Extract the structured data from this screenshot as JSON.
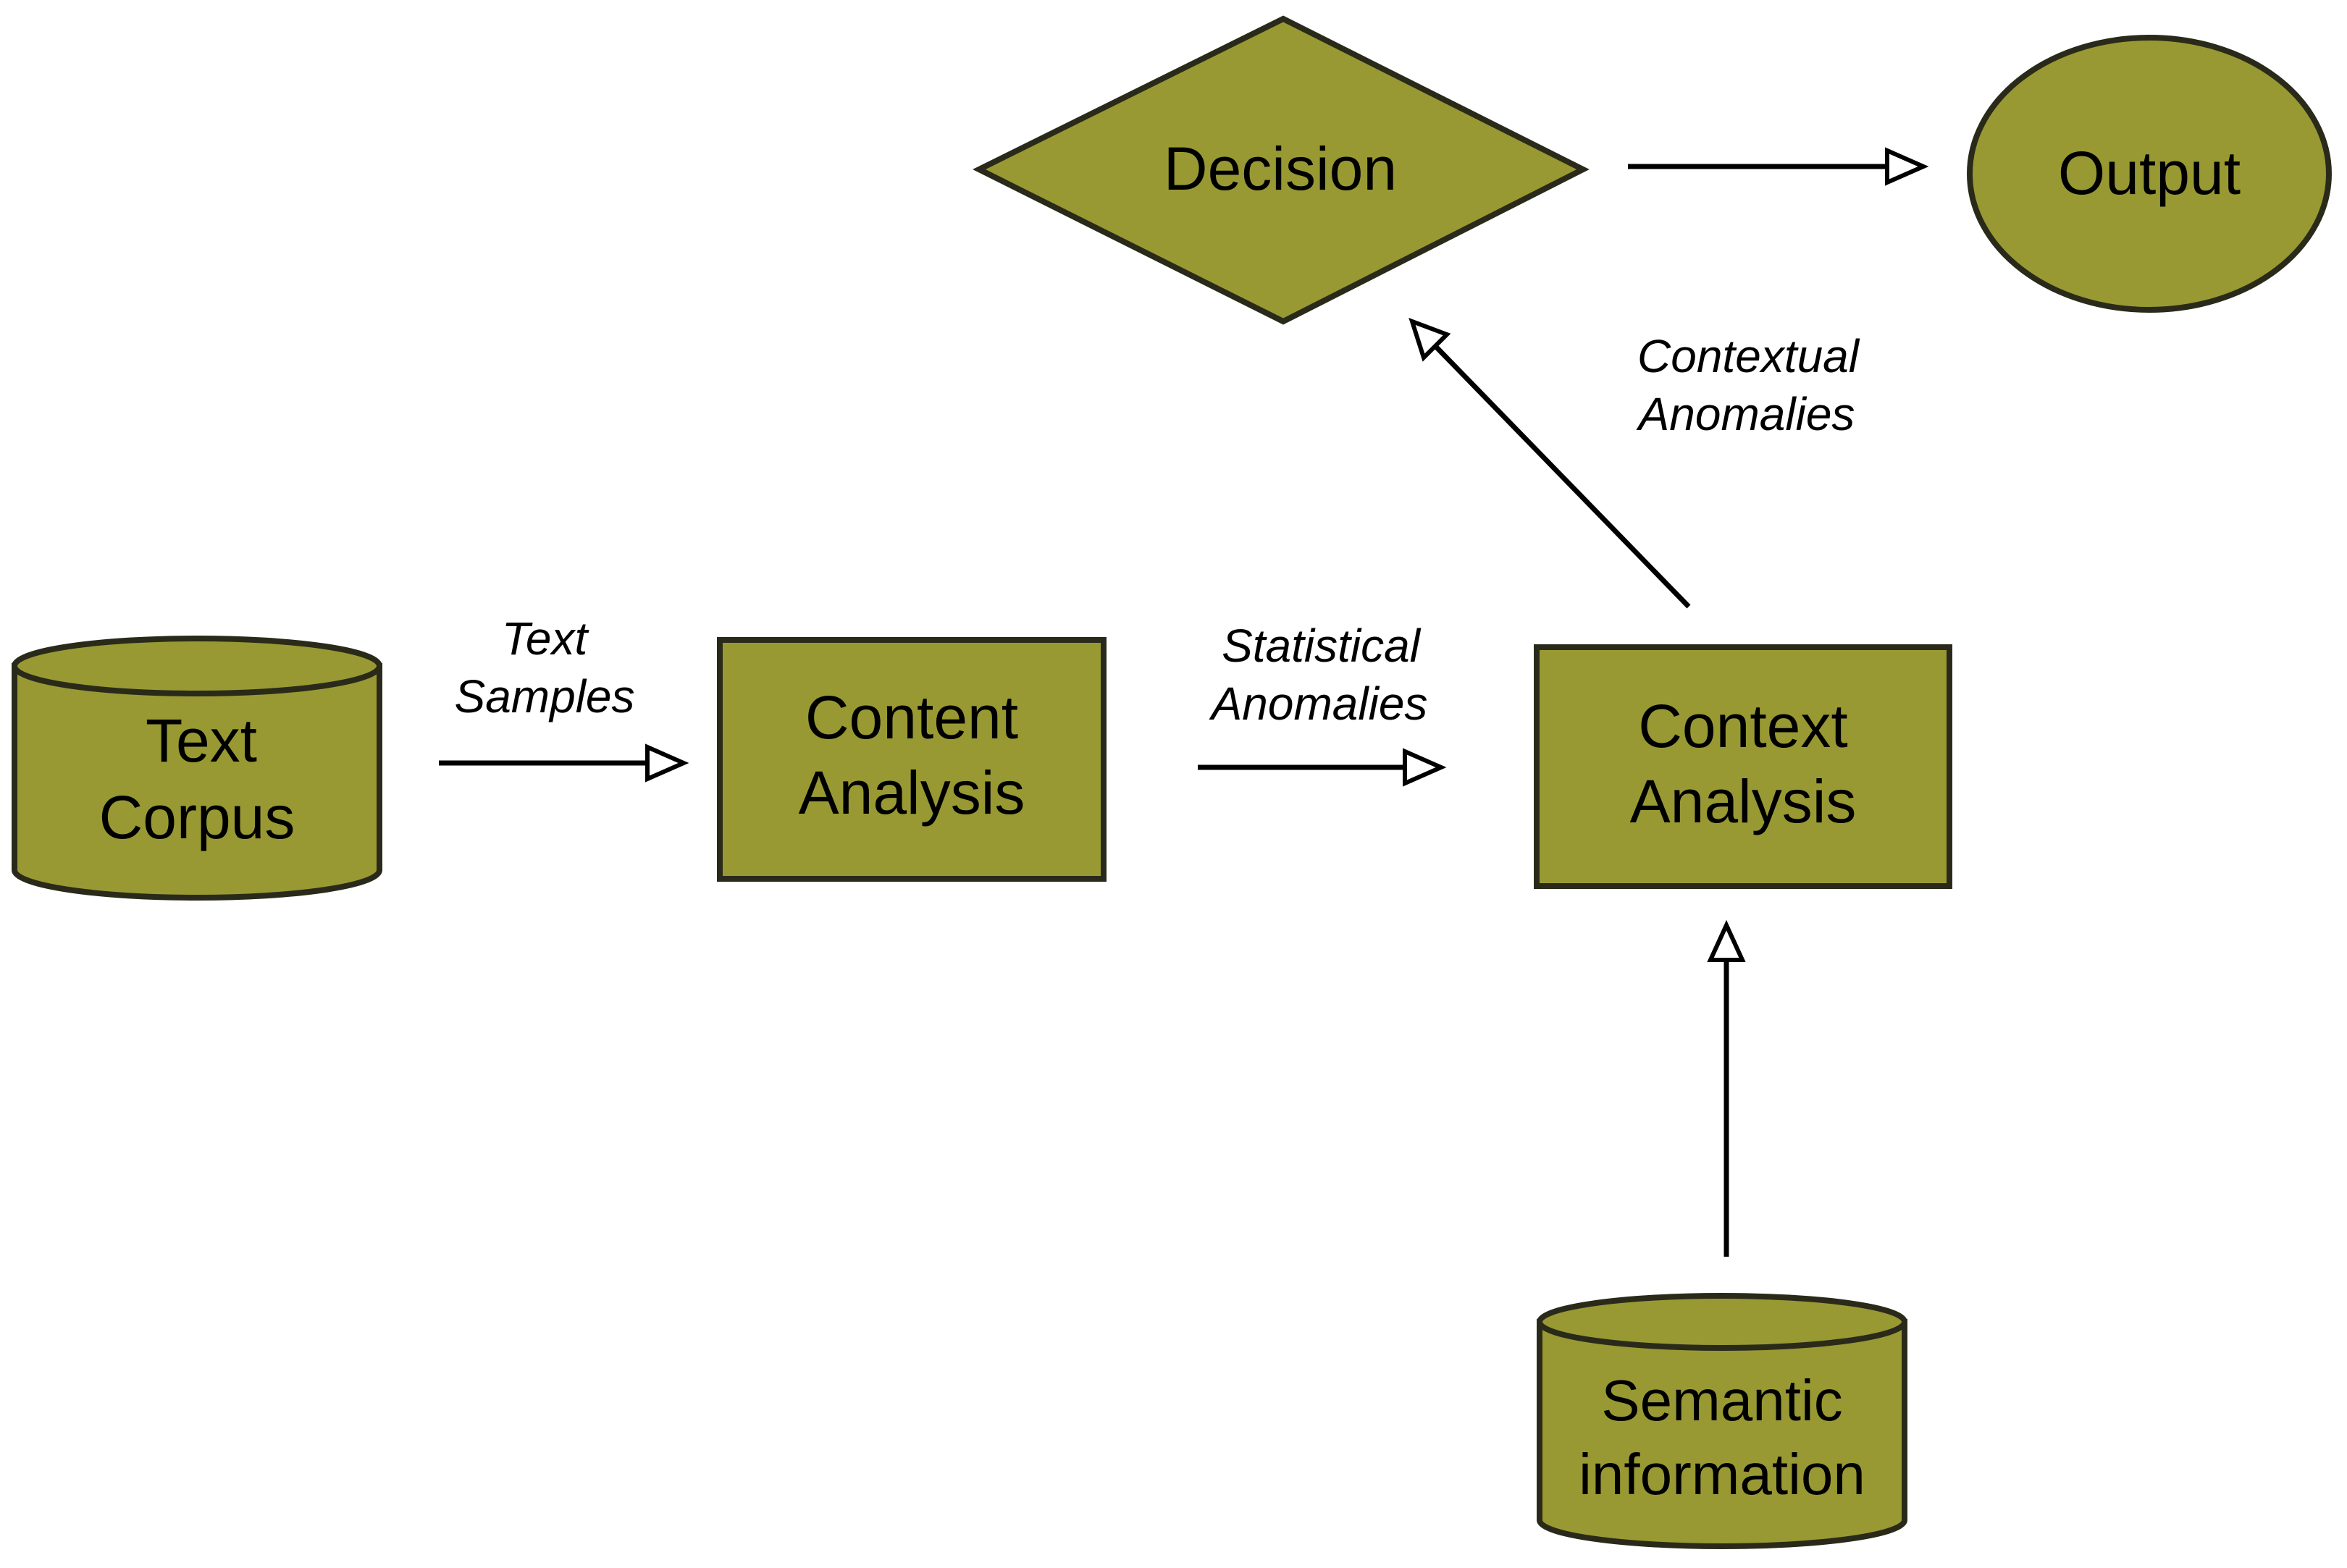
{
  "colors": {
    "node_fill": "#999933",
    "node_stroke": "#2a2a1a",
    "edge": "#000000",
    "background": "#ffffff"
  },
  "nodes": {
    "text_corpus": {
      "line1": "Text",
      "line2": "Corpus",
      "shape": "cylinder"
    },
    "content_analysis": {
      "line1": "Content",
      "line2": "Analysis",
      "shape": "rectangle"
    },
    "context_analysis": {
      "line1": "Context",
      "line2": "Analysis",
      "shape": "rectangle"
    },
    "semantic_information": {
      "line1": "Semantic",
      "line2": "information",
      "shape": "cylinder"
    },
    "decision": {
      "label": "Decision",
      "shape": "diamond"
    },
    "output": {
      "label": "Output",
      "shape": "ellipse"
    }
  },
  "edges": {
    "text_samples": {
      "line1": "Text",
      "line2": "Samples",
      "from": "Text Corpus",
      "to": "Content Analysis"
    },
    "statistical_anomalies": {
      "line1": "Statistical",
      "line2": "Anomalies",
      "from": "Content Analysis",
      "to": "Context Analysis"
    },
    "contextual_anomalies": {
      "line1": "Contextual",
      "line2": "Anomalies",
      "from": "Context Analysis",
      "to": "Decision"
    },
    "semantic_to_context": {
      "from": "Semantic information",
      "to": "Context Analysis"
    },
    "decision_to_output": {
      "from": "Decision",
      "to": "Output"
    }
  }
}
